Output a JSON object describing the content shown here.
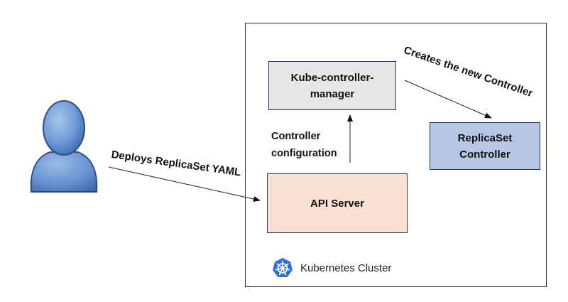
{
  "actor": {
    "icon": "user-icon",
    "action_label": "Deploys ReplicaSet YAML"
  },
  "cluster": {
    "label": "Kubernetes Cluster",
    "icon": "kubernetes-helm-icon",
    "colors": {
      "icon": "#326ce5",
      "border": "#1f2a4a"
    }
  },
  "nodes": {
    "kube_controller_manager": {
      "line1": "Kube-controller-",
      "line2": "manager",
      "color": "#e6e6e6"
    },
    "api_server": {
      "label": "API Server",
      "color": "#f9e0d2"
    },
    "replicaset_controller": {
      "line1": "ReplicaSet",
      "line2": "Controller",
      "color": "#b5c7e5"
    }
  },
  "edges": {
    "controller_config": {
      "line1": "Controller",
      "line2": "configuration"
    },
    "creates_controller": {
      "label": "Creates the new Controller"
    }
  }
}
